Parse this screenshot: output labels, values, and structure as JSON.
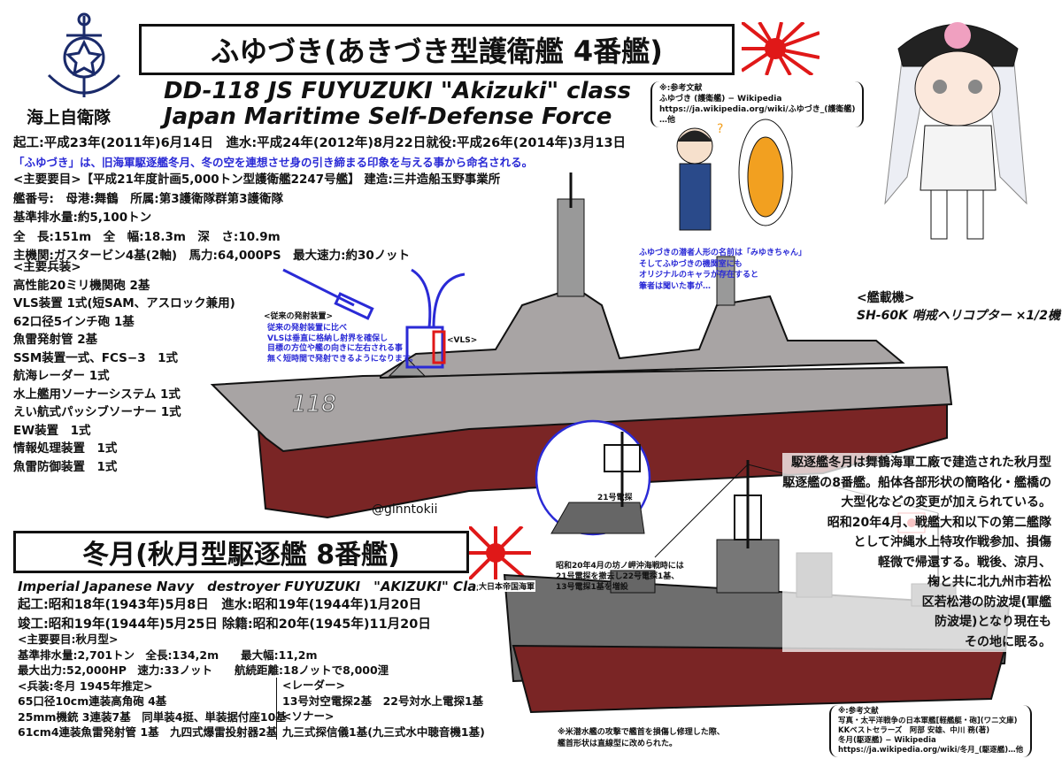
{
  "modern": {
    "org_label": "海上自衛隊",
    "title": "ふゆづき(あきづき型護衛艦 4番艦)",
    "designation": "DD-118  JS  FUYUZUKI   \"Akizuki\" class",
    "force": "Japan Maritime Self-Defense Force",
    "dates": "起工:平成23年(2011年)6月14日　進水:平成24年(2012年)8月22日就役:平成26年(2014年)3月13日",
    "naming_note": "「ふゆづき」は、旧海軍駆逐艦冬月、冬の空を連想させ身の引き締まる印象を与える事から命名される。",
    "specs": [
      "<主要要目>【平成21年度計画5,000トン型護衛艦2247号艦】 建造:三井造船玉野事業所",
      "艦番号:　母港:舞鶴　所属:第3護衛隊群第3護衛隊",
      "基準排水量:約5,100トン",
      "全　長:151m　全　幅:18.3m　深　さ:10.9m",
      "主機関:ガスタービン4基(2軸)　馬力:64,000PS　最大速力:約30ノット"
    ],
    "weapons_heading": "<主要兵装>",
    "weapons": [
      "高性能20ミリ機関砲 2基",
      "VLS装置 1式(短SAM、アスロック兼用)",
      "62口径5インチ砲 1基",
      "魚雷発射管 2基",
      "SSM装置一式、FCS−3　1式",
      "航海レーダー 1式",
      "水上艦用ソーナーシステム 1式",
      "えい航式パッシブソーナー 1式",
      "EW装置　1式",
      "情報処理装置　1式",
      "魚雷防御装置　1式"
    ],
    "launcher_label": "<従来の発射装置>",
    "vls_label": "<VLS>",
    "vls_note": [
      "従来の発射装置に比べ",
      "VLSは垂直に格納し射界を確保し",
      "目標の方位や艦の向きに左右される事",
      "無く短時間で発射できるようになります。"
    ],
    "hull_number": "118",
    "aircraft_heading": "<艦載機>",
    "aircraft": "SH-60K 哨戒ヘリコプター ×1/2機",
    "mascot_note": [
      "ふゆづきの潜者人形の名前は「みゆきちゃん」",
      "そしてふゆづきの機関室にも",
      "オリジナルのキャラが存在すると",
      "筆者は聞いた事が…"
    ],
    "reference": [
      "※:参考文献",
      "ふゆづき (護衛艦) − Wikipedia",
      "https://ja.wikipedia.org/wiki/ふゆづき_(護衛艦)",
      "…他"
    ]
  },
  "artist": "@ginntokii",
  "ww2": {
    "title": "冬月(秋月型駆逐艦 8番艦)",
    "navy_label": "大日本帝国海軍",
    "subtitle": "Imperial Japanese Navy　destroyer  FUYUZUKI　\"AKIZUKI\" Class",
    "dates": [
      "起工:昭和18年(1943年)5月8日　進水:昭和19年(1944年)1月20日",
      "竣工:昭和19年(1944年)5月25日  除籍:昭和20年(1945年)11月20日"
    ],
    "specs_heading": "<主要要目:秋月型>",
    "specs": [
      "基準排水量:2,701トン　全長:134,2m　　最大幅:11,2m",
      "最大出力:52,000HP　速力:33ノット　　航続距離:18ノットで8,000浬"
    ],
    "weapons_heading": "<兵装:冬月 1945年推定>",
    "weapons": [
      "65口径10cm連装高角砲 4基",
      "25mm機銃 3連装7基　同単装4挺、単装据付座10基",
      "61cm4連装魚雷発射管 1基　九四式爆雷投射器2基"
    ],
    "radar_heading": "<レーダー>",
    "radar": "13号対空電探2基　22号対水上電探1基",
    "sonar_heading": "<ソナー>",
    "sonar": "九三式探信儀1基(九三式水中聴音機1基)",
    "radar_callout": "21号電探",
    "radar_note": [
      "昭和20年4月の坊ノ岬沖海戦時には",
      "21号電探を撤去し22号電探1基、",
      "13号電探1基を増設"
    ],
    "history": [
      "駆逐艦冬月は舞鶴海軍工廠で建造された秋月型",
      "駆逐艦の8番艦。船体各部形状の簡略化・艦橋の",
      "大型化などの変更が加えられている。",
      "昭和20年4月、戦艦大和以下の第二艦隊",
      "として沖縄水上特攻作戦参加、損傷",
      "軽微で帰還する。戦後、涼月、",
      "椈と共に北九州市若松",
      "区若松港の防波堤(軍艦",
      "防波堤)となり現在も",
      "その地に眠る。"
    ],
    "bow_note": [
      "※米潜水艦の攻撃で艦首を損傷し修理した際、",
      "艦首形状は直線型に改められた。"
    ],
    "reference": [
      "※:参考文献",
      "写真・太平洋戦争の日本軍艦[軽艦艇・砲](ワニ文庫)",
      "KKベストセラーズ　阿部 安雄、中川 務(著)",
      "冬月(駆逐艦) − Wikipedia",
      "https://ja.wikipedia.org/wiki/冬月_(駆逐艦)…他"
    ]
  },
  "colors": {
    "hull_gray": "#a8a4a4",
    "hull_red": "#7a2525",
    "ww2_gray": "#6e6e6e",
    "flag_red": "#e01818",
    "note_blue": "#2a2ad6"
  }
}
